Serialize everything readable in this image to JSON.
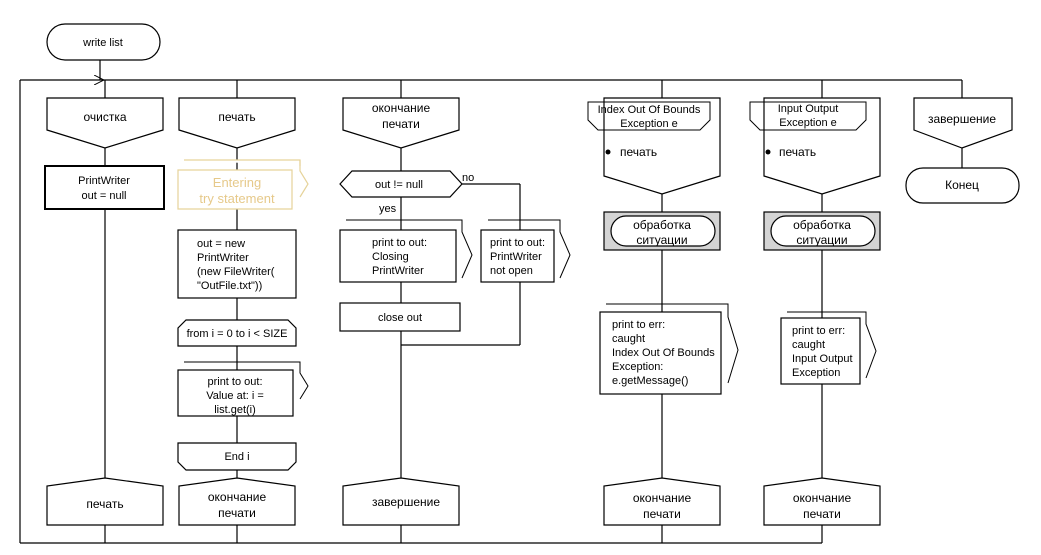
{
  "diagram": {
    "start_label": "write list",
    "columns": [
      {
        "id": "cleanup",
        "header": [
          "очистка"
        ],
        "steps": [
          [
            "PrintWriter",
            "out = null"
          ]
        ],
        "footer": [
          "печать"
        ]
      },
      {
        "id": "print",
        "header": [
          "печать"
        ],
        "disabled_step": [
          "Entering",
          "try statement"
        ],
        "steps": [
          [
            "out = new",
            "PrintWriter",
            "(new FileWriter(",
            "\"OutFile.txt\"))"
          ]
        ],
        "loop_start": "from i = 0 to i < SIZE",
        "loop_body": [
          "print to out:",
          "Value at: i =",
          "list.get(i)"
        ],
        "loop_end": "End i",
        "footer": [
          "окончание",
          "печати"
        ]
      },
      {
        "id": "end-print",
        "header": [
          "окончание",
          "печати"
        ],
        "condition": "out != null",
        "yes_label": "yes",
        "no_label": "no",
        "yes_step": [
          "print to out:",
          "Closing",
          "PrintWriter"
        ],
        "no_step": [
          "print to out:",
          "PrintWriter",
          "not open"
        ],
        "after_step": "close out",
        "footer": [
          "завершение"
        ]
      },
      {
        "id": "index-exception",
        "header": [
          "Index Out Of Bounds",
          "Exception e"
        ],
        "bullet": "печать",
        "handler": [
          "обработка",
          "ситуации"
        ],
        "steps": [
          [
            "print to err:",
            "caught",
            "Index Out Of Bounds",
            "Exception:",
            "e.getMessage()"
          ]
        ],
        "footer": [
          "окончание",
          "печати"
        ]
      },
      {
        "id": "io-exception",
        "header": [
          "Input Output",
          "Exception e"
        ],
        "bullet": "печать",
        "handler": [
          "обработка",
          "ситуации"
        ],
        "steps": [
          [
            "print to err:",
            "caught",
            "Input Output",
            "Exception"
          ]
        ],
        "footer": [
          "окончание",
          "печати"
        ]
      },
      {
        "id": "finish",
        "header": [
          "завершение"
        ],
        "end_label": "Конец"
      }
    ]
  }
}
